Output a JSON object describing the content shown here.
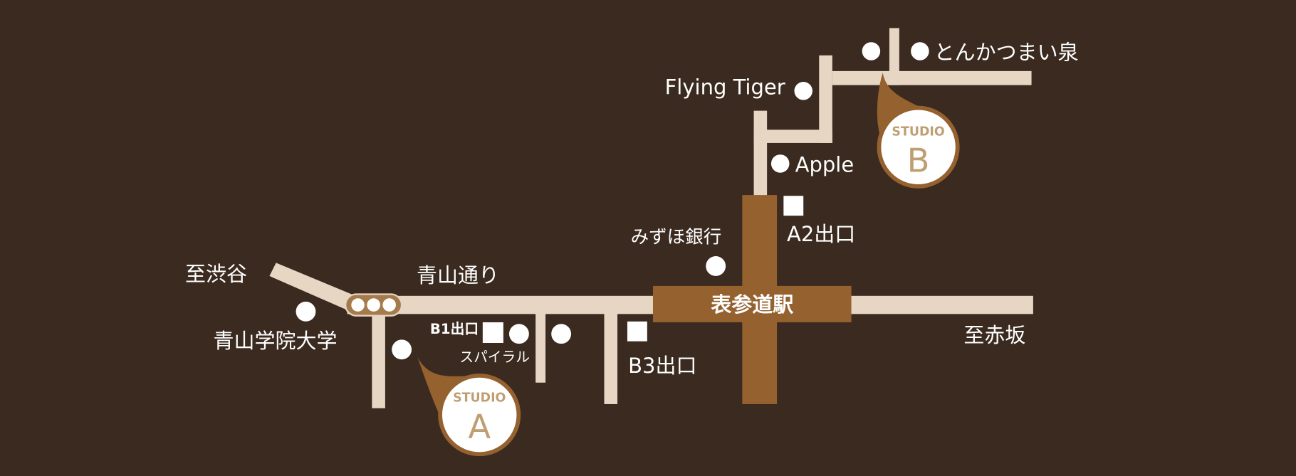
{
  "colors": {
    "background": "#3a2a1f",
    "road": "#e6d6c3",
    "station": "#94612f",
    "marker": "#ffffff",
    "studio_text": "#bf9f72"
  },
  "station": {
    "name": "表参道駅"
  },
  "roads": {
    "main": "青山通り"
  },
  "directions": {
    "west": "至渋谷",
    "east": "至赤坂"
  },
  "landmarks": {
    "tonkatsu": "とんかつまい泉",
    "flying_tiger": "Flying Tiger",
    "apple": "Apple",
    "mizuho": "みずほ銀行",
    "aoyama_gakuin": "青山学院大学",
    "spiral": "スパイラル"
  },
  "exits": {
    "a2": "A2出口",
    "b1": "B1出口",
    "b3": "B3出口"
  },
  "studios": [
    {
      "word": "STUDIO",
      "letter": "A"
    },
    {
      "word": "STUDIO",
      "letter": "B"
    }
  ]
}
